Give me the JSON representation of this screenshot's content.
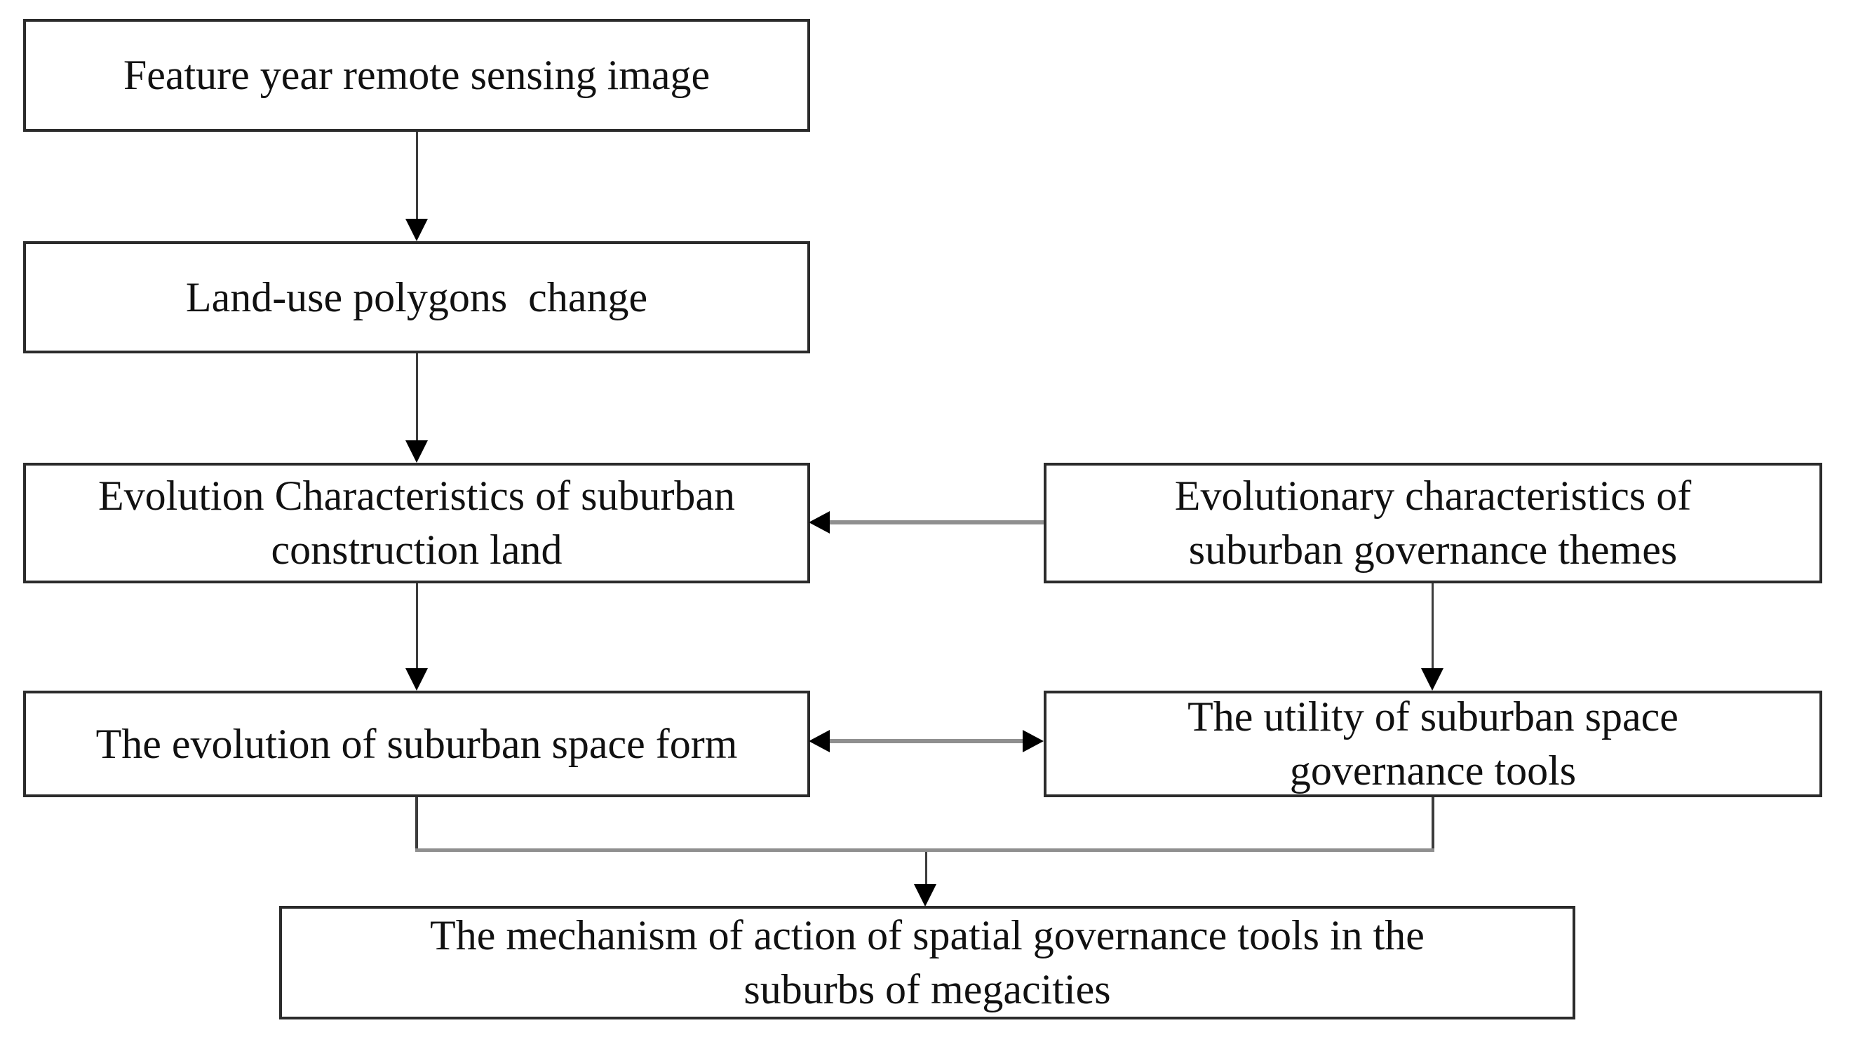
{
  "colors": {
    "background": "#ffffff",
    "box_fill": "#ffffff",
    "box_border": "#2b2b2b",
    "text": "#111111",
    "connector_dark": "#3c3c3c",
    "connector_gray": "#8f8f8f",
    "arrowhead": "#000000"
  },
  "nodes": {
    "feature_year": {
      "label": "Feature year remote sensing image"
    },
    "land_use": {
      "label": "Land-use polygons  change"
    },
    "evolution_characteristics": {
      "label": "Evolution Characteristics of suburban\nconstruction land"
    },
    "governance_themes": {
      "label": "Evolutionary characteristics of\nsuburban governance themes"
    },
    "space_form": {
      "label": "The evolution of suburban space form"
    },
    "governance_tools_utility": {
      "label": "The utility of suburban space\ngovernance tools"
    },
    "mechanism": {
      "label": "The mechanism of action of spatial governance tools in the\nsuburbs of megacities"
    }
  }
}
